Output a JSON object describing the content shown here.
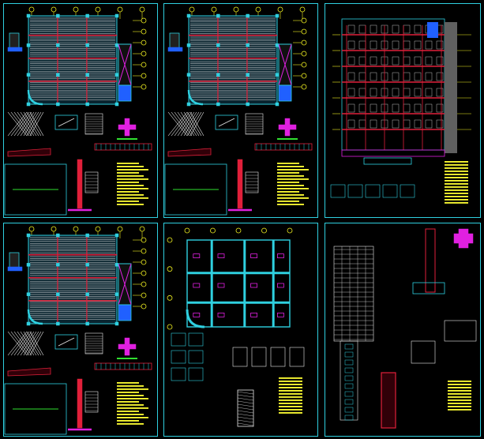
{
  "drawing_set": {
    "sheets": [
      {
        "id": "sheet-1",
        "kind": "floor-plan"
      },
      {
        "id": "sheet-2",
        "kind": "floor-plan"
      },
      {
        "id": "sheet-3",
        "kind": "building-section"
      },
      {
        "id": "sheet-4",
        "kind": "floor-plan"
      },
      {
        "id": "sheet-5",
        "kind": "foundation-plan"
      },
      {
        "id": "sheet-6",
        "kind": "structural-details"
      }
    ]
  },
  "colors": {
    "background": "#000000",
    "frame": "#2fd0e0",
    "beam_red": "#e0203a",
    "slab_white": "#e8e8e8",
    "grid_yellow": "#f0f020",
    "magenta": "#e020e0",
    "green": "#30e030",
    "blue": "#2060ff",
    "notes_yellow": "#ffff33"
  }
}
